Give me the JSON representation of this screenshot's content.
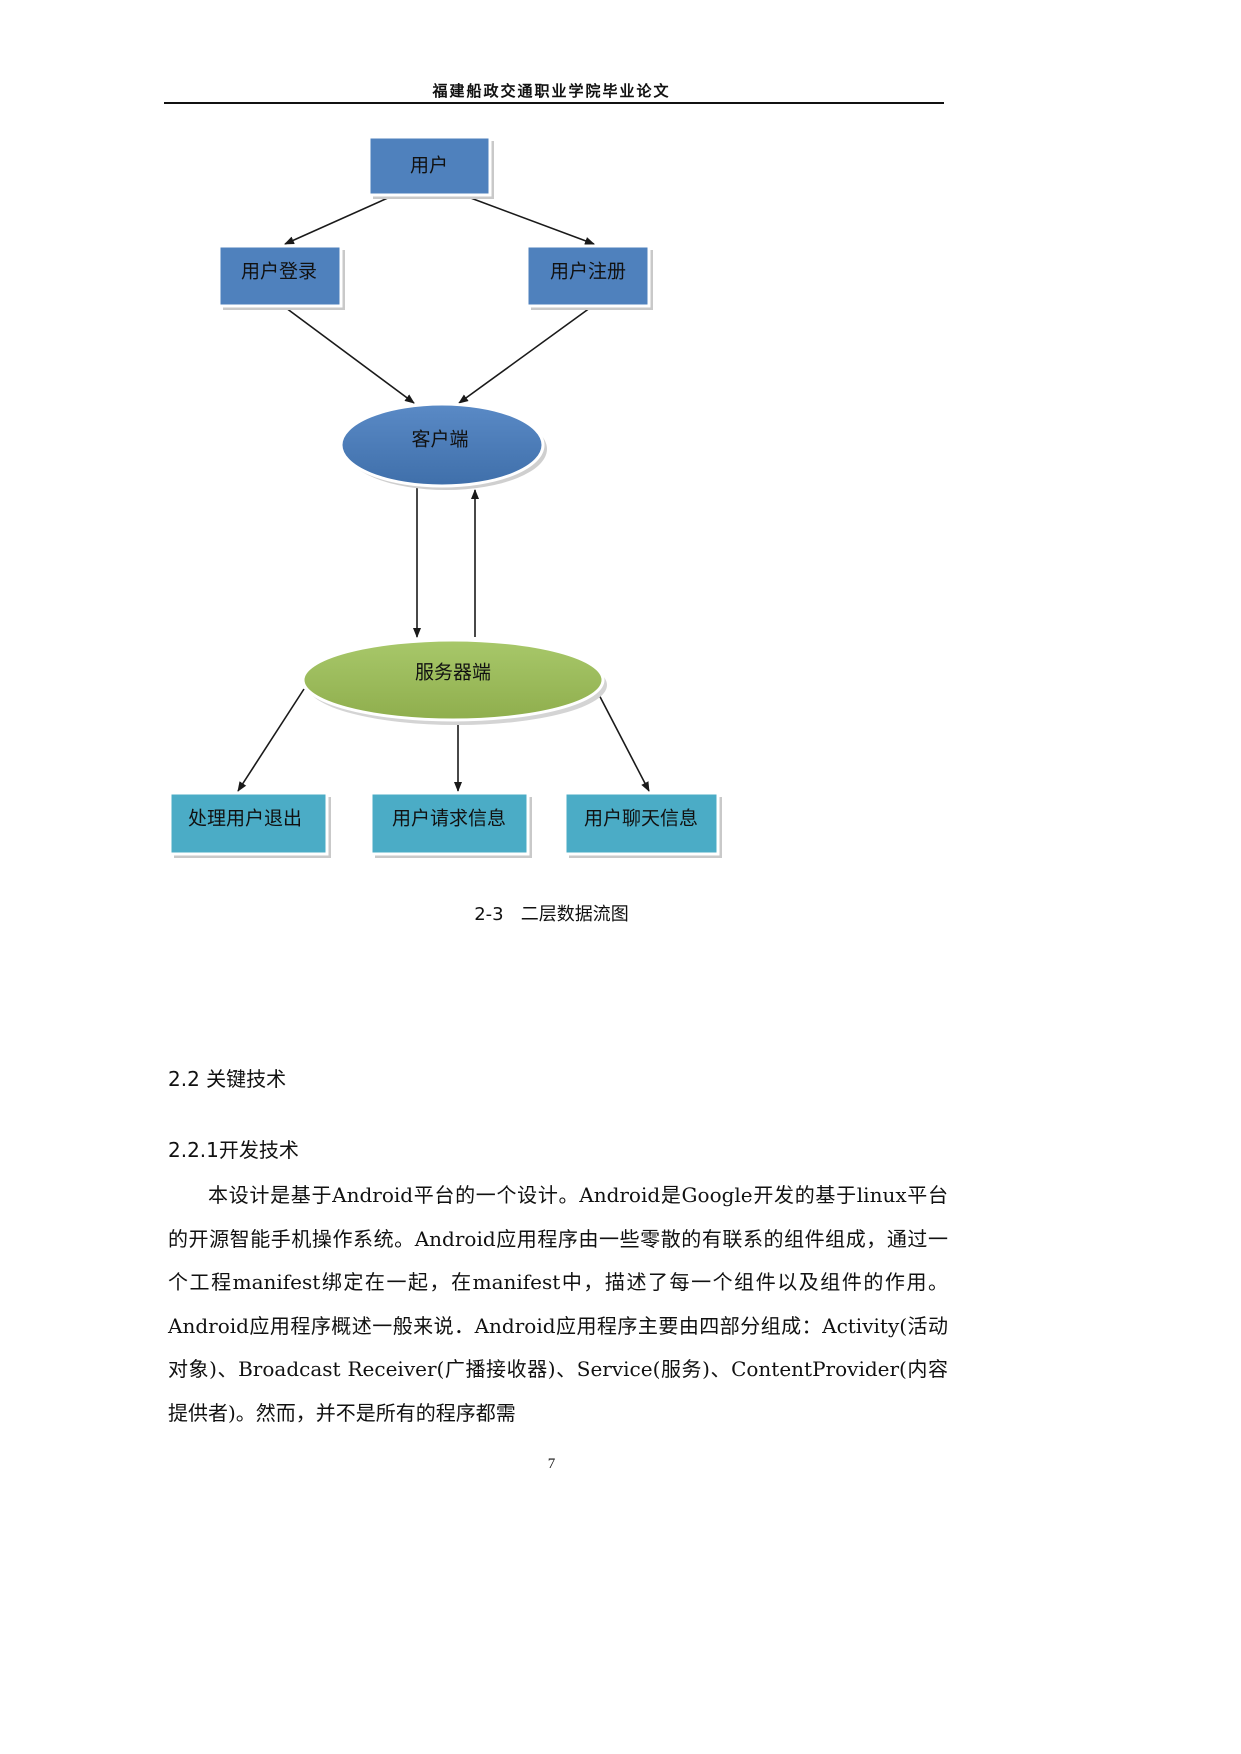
{
  "header": {
    "title": "福建船政交通职业学院毕业论文"
  },
  "diagram": {
    "nodes": {
      "user": "用户",
      "login": "用户登录",
      "register": "用户注册",
      "client": "客户端",
      "server": "服务器端",
      "logout": "处理用户退出",
      "request": "用户请求信息",
      "chat": "用户聊天信息"
    },
    "colors": {
      "box_blue": "#4f81bd",
      "box_teal": "#4bacc6",
      "ellipse_green": "#9bbb59",
      "arrow": "#1a1a1a"
    }
  },
  "figure": {
    "caption": "2-3   二层数据流图"
  },
  "section": {
    "heading": "2.2 关键技术",
    "subheading": "2.2.1开发技术",
    "paragraph": "本设计是基于Android平台的一个设计。Android是Google开发的基于linux平台的开源智能手机操作系统。Android应用程序由一些零散的有联系的组件组成，通过一个工程manifest绑定在一起，在manifest中，描述了每一个组件以及组件的作用。 Android应用程序概述一般来说．Android应用程序主要由四部分组成：Activity(活动对象)、Broadcast Receiver(广播接收器)、Service(服务)、ContentProvider(内容提供者)。然而，并不是所有的程序都需"
  },
  "footer": {
    "page_number": "7"
  }
}
